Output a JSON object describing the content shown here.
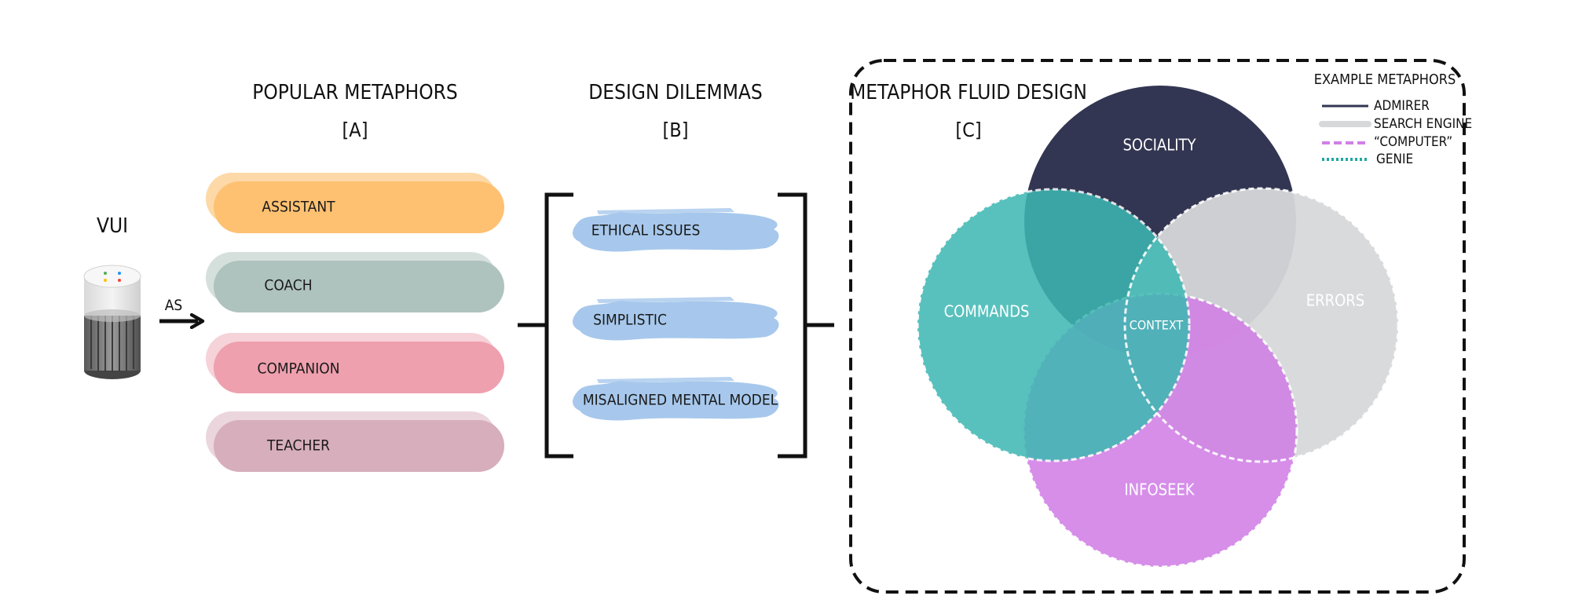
{
  "vui": {
    "label": "VUI",
    "as_label": "AS"
  },
  "section_a": {
    "title": "POPULAR METAPHORS",
    "tag": "[A]",
    "items": [
      {
        "label": "ASSISTANT",
        "color": "#FEC172",
        "shadow": "#FDD9A8"
      },
      {
        "label": "COACH",
        "color": "#AFC3BE",
        "shadow": "#D5E0DD"
      },
      {
        "label": "COMPANION",
        "color": "#EEA0AE",
        "shadow": "#F6D2D9"
      },
      {
        "label": "TEACHER",
        "color": "#D7AEBC",
        "shadow": "#EBD6DE"
      }
    ]
  },
  "section_b": {
    "title": "DESIGN DILEMMAS",
    "tag": "[B]",
    "items": [
      {
        "label": "ETHICAL ISSUES"
      },
      {
        "label": "SIMPLISTIC"
      },
      {
        "label": "MISALIGNED MENTAL MODEL"
      }
    ],
    "brush_color": "#A7C8EC"
  },
  "section_c": {
    "title": "METAPHOR FLUID DESIGN",
    "tag": "[C]",
    "venn": {
      "sociality": {
        "label": "SOCIALITY",
        "color": "#333652"
      },
      "errors": {
        "label": "ERRORS",
        "color": "#D7D8DA"
      },
      "commands": {
        "label": "COMMANDS",
        "color": "#3DB8B3"
      },
      "infoseek": {
        "label": "INFOSEEK",
        "color": "#D17FE6"
      },
      "context": {
        "label": "CONTEXT"
      }
    },
    "legend": {
      "title": "EXAMPLE METAPHORS",
      "items": [
        {
          "label": "ADMIRER",
          "color": "#333652",
          "style": "solid"
        },
        {
          "label": "SEARCH ENGINE",
          "color": "#D7D8DA",
          "style": "thick"
        },
        {
          "label": "“COMPUTER”",
          "color": "#D17FE6",
          "style": "dashed"
        },
        {
          "label": "GENIE",
          "color": "#1FA89F",
          "style": "dotted"
        }
      ]
    }
  }
}
